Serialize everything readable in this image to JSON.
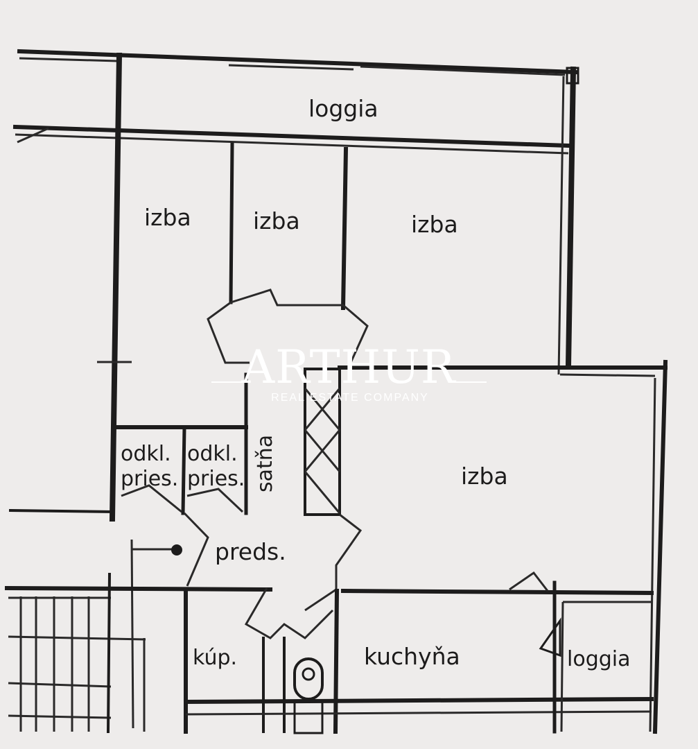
{
  "rooms": {
    "loggia_top": "loggia",
    "room_1": "izba",
    "room_2": "izba",
    "room_3": "izba",
    "room_large": "izba",
    "storage_1": [
      "odkl.",
      "pries."
    ],
    "storage_2": [
      "odkl.",
      "pries."
    ],
    "wardrobe": "satňa",
    "hall": "preds.",
    "bathroom": "kúp.",
    "kitchen": "kuchyňa",
    "loggia_small": "loggia"
  },
  "watermark": {
    "title": "ARTHUR",
    "subtitle": "REAL ESTATE COMPANY"
  },
  "colors": {
    "paper": "#eeeceb",
    "ink": "#1d1c1c",
    "watermark": "#ffffff"
  }
}
